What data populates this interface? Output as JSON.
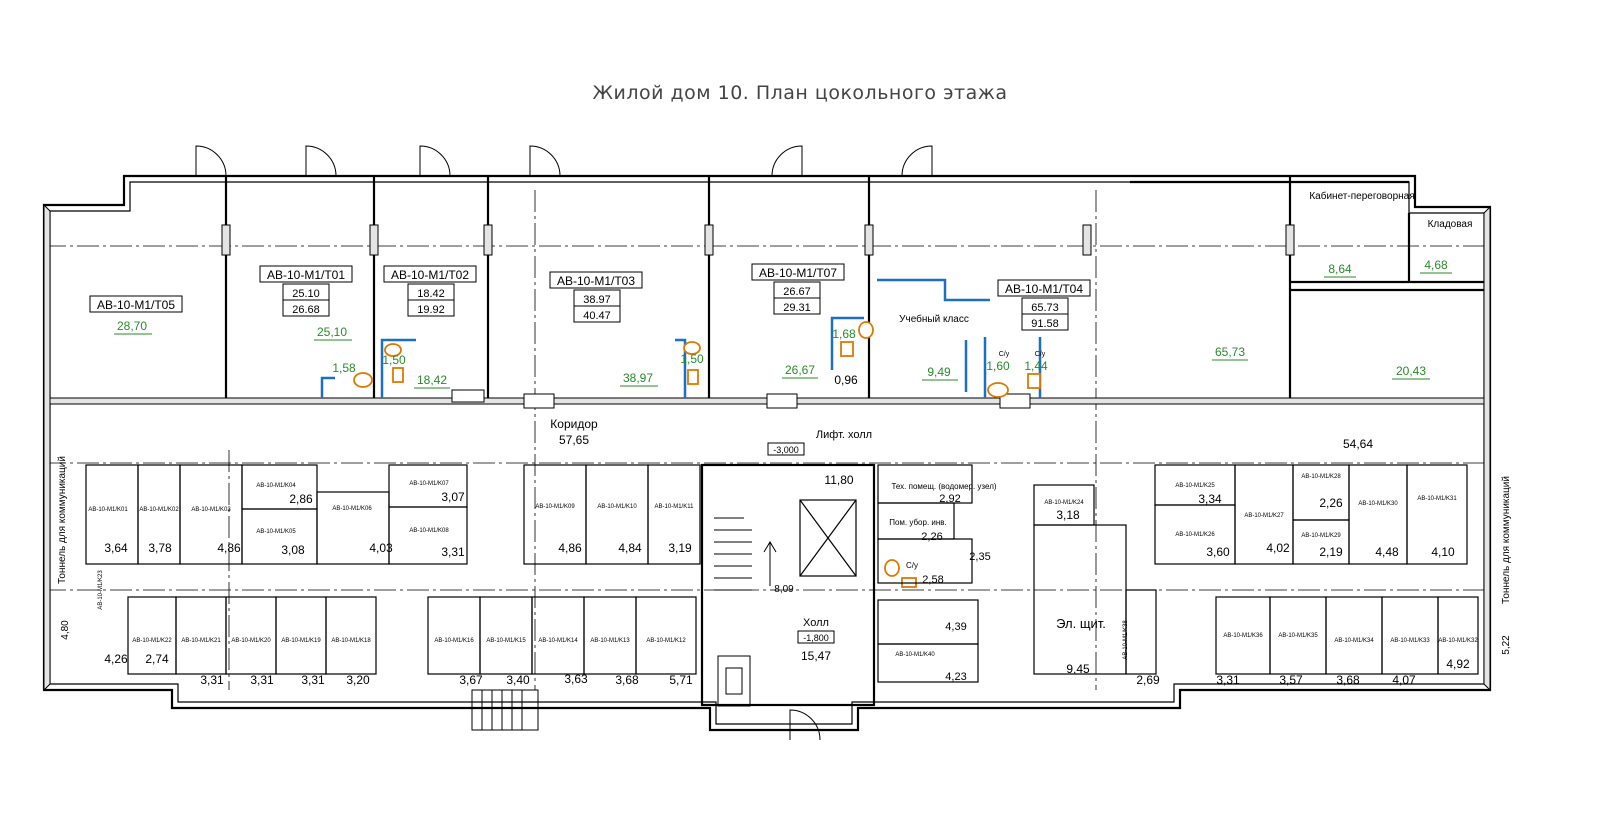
{
  "title": "Жилой дом 10.  План цокольного этажа",
  "units": [
    {
      "id": "AB-10-M1/T05",
      "area": "28,70"
    },
    {
      "id": "AB-10-M1/T01",
      "a1": "25.10",
      "a2": "26.68",
      "area": "25,10"
    },
    {
      "id": "AB-10-M1/T02",
      "a1": "18.42",
      "a2": "19.92",
      "area": "18,42"
    },
    {
      "id": "AB-10-M1/T03",
      "a1": "38.97",
      "a2": "40.47",
      "area": "38,97"
    },
    {
      "id": "AB-10-M1/T07",
      "a1": "26.67",
      "a2": "29.31",
      "area": "26,67"
    },
    {
      "id": "AB-10-M1/T04",
      "a1": "65.73",
      "a2": "91.58",
      "area": "65,73"
    }
  ],
  "green_areas": {
    "w1": "1,58",
    "w2": "1,50",
    "w3": "1,50",
    "w4": "1,68",
    "w5": "0,96",
    "class": "9,49",
    "su1": "1,60",
    "su2": "1,44",
    "r1": "8,64",
    "r2": "4,68",
    "r3": "20,43"
  },
  "rooms": {
    "cabinet": "Кабинет-переговорная",
    "storage": "Кладовая",
    "classroom": "Учебный класс",
    "su": "С/у",
    "corridor": "Коридор",
    "corridor_area": "57,65",
    "lift_hall": "Лифт. холл",
    "lift_area": "11,80",
    "elev_mark": "-3,000",
    "hall": "Холл",
    "hall_mark": "-1,800",
    "hall_area": "15,47",
    "corridor_right_area": "54,64",
    "tech": "Тех. помещ. (водомер. узел)",
    "tech_area": "2,92",
    "cleaning": "Пом. убор. инв.",
    "cleaning_area": "2,26",
    "su_area": "2,58",
    "a235": "2,35",
    "a439": "4,39",
    "a423": "4,23",
    "stair_area": "8,09",
    "el_room": "Эл. щит.",
    "el_area": "9,45",
    "tunnel": "Тоннель для коммуникаций",
    "tunnel_left_area": "4,80",
    "tunnel_right_area": "5,22"
  },
  "storage_labels": [
    "AB-10-M1/K01",
    "AB-10-M1/K02",
    "AB-10-M1/K03",
    "AB-10-M1/K04",
    "AB-10-M1/K05",
    "AB-10-M1/K06",
    "AB-10-M1/K07",
    "AB-10-M1/K08",
    "AB-10-M1/K09",
    "AB-10-M1/K10",
    "AB-10-M1/K11",
    "AB-10-M1/K12",
    "AB-10-M1/K13",
    "AB-10-M1/K14",
    "AB-10-M1/K15",
    "AB-10-M1/K16",
    "AB-10-M1/K18",
    "AB-10-M1/K19",
    "AB-10-M1/K20",
    "AB-10-M1/K21",
    "AB-10-M1/K22",
    "AB-10-M1/K23",
    "AB-10-M1/K24",
    "AB-10-M1/K25",
    "AB-10-M1/K26",
    "AB-10-M1/K27",
    "AB-10-M1/K28",
    "AB-10-M1/K29",
    "AB-10-M1/K30",
    "AB-10-M1/K31",
    "AB-10-M1/K32",
    "AB-10-M1/K33",
    "AB-10-M1/K34",
    "AB-10-M1/K35",
    "AB-10-M1/K36",
    "AB-10-M1/K38",
    "AB-10-M1/K40"
  ],
  "storage_areas": [
    "3,64",
    "3,78",
    "4,86",
    "2,86",
    "3,08",
    "4,03",
    "3,07",
    "3,31",
    "4,86",
    "4,84",
    "3,19",
    "4,26",
    "2,74",
    "3,31",
    "3,31",
    "3,31",
    "3,20",
    "3,67",
    "3,40",
    "3,63",
    "3,68",
    "5,71",
    "3,18",
    "3,34",
    "3,60",
    "4,02",
    "2,26",
    "2,19",
    "4,48",
    "4,10",
    "2,69",
    "3,31",
    "3,57",
    "3,68",
    "4,07",
    "4,92"
  ]
}
